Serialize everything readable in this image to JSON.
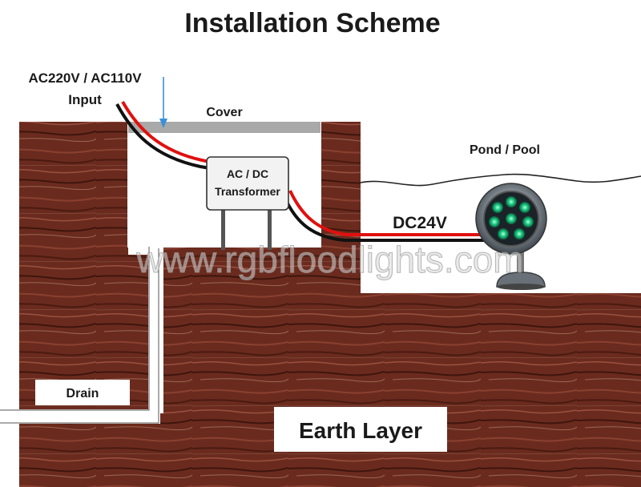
{
  "title": "Installation Scheme",
  "input_voltage": "AC220V / AC110V",
  "input_label": "Input",
  "cover_label": "Cover",
  "pond_label": "Pond / Pool",
  "transformer_line1": "AC / DC",
  "transformer_line2": "Transformer",
  "output_voltage": "DC24V",
  "drain_label": "Drain",
  "earth_label": "Earth Layer",
  "watermark": "www.rgbfloodlights.com",
  "colors": {
    "earth": "#6a2b1e",
    "earth_dark": "#4a1a10",
    "cover": "#a9a9a9",
    "wire_live": "#e0100f",
    "wire_neutral": "#111111",
    "led": "#1fd08a",
    "arrow": "#3a8fd8"
  }
}
